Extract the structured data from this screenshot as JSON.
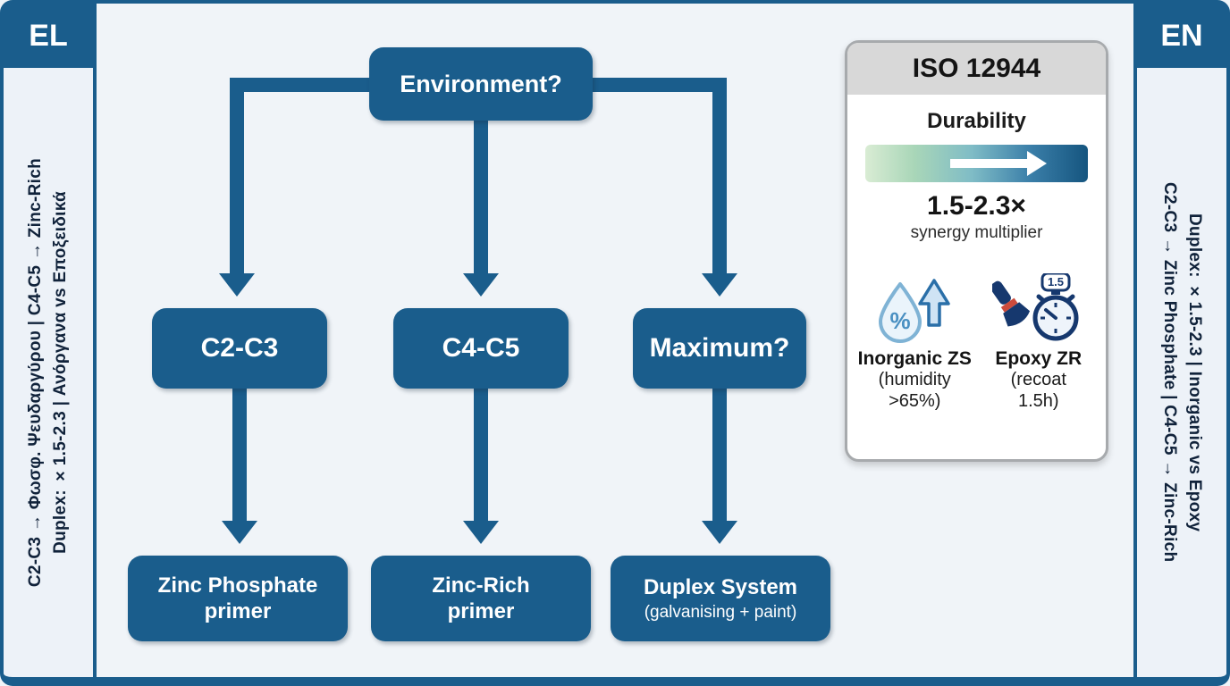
{
  "frame": {
    "accent_color": "#1a5d8c",
    "background_color": "#f0f4f8"
  },
  "sidebar_left": {
    "lang_label": "EL",
    "lines": [
      "C2-C3 → Φωσφ. Ψευδαργύρου | C4-C5 → Zinc-Rich",
      "Duplex: ×1.5-2.3 | Ανόργανα vs Εποξειδικά"
    ]
  },
  "sidebar_right": {
    "lang_label": "EN",
    "lines": [
      "C2-C3 → Zinc Phosphate | C4-C5 → Zinc-Rich",
      "Duplex: ×1.5-2.3 | Inorganic vs Epoxy"
    ]
  },
  "flowchart": {
    "root_label": "Environment?",
    "branches": [
      {
        "label": "C2-C3",
        "result_line1": "Zinc Phosphate",
        "result_line2": "primer"
      },
      {
        "label": "C4-C5",
        "result_line1": "Zinc-Rich",
        "result_line2": "primer"
      },
      {
        "label": "Maximum?",
        "result_line1": "Duplex System",
        "result_line2": "(galvanising + paint)"
      }
    ]
  },
  "info_panel": {
    "title": "ISO 12944",
    "durability_label": "Durability",
    "multiplier": "1.5-2.3×",
    "multiplier_caption": "synergy multiplier",
    "items": [
      {
        "icon": "humidity-drop-up-arrow-icon",
        "badge": "%",
        "name": "Inorganic ZS",
        "detail_line1": "(humidity",
        "detail_line2": ">65%)"
      },
      {
        "icon": "brush-stopwatch-icon",
        "badge": "1.5",
        "name": "Epoxy ZR",
        "detail_line1": "(recoat",
        "detail_line2": "1.5h)"
      }
    ]
  }
}
